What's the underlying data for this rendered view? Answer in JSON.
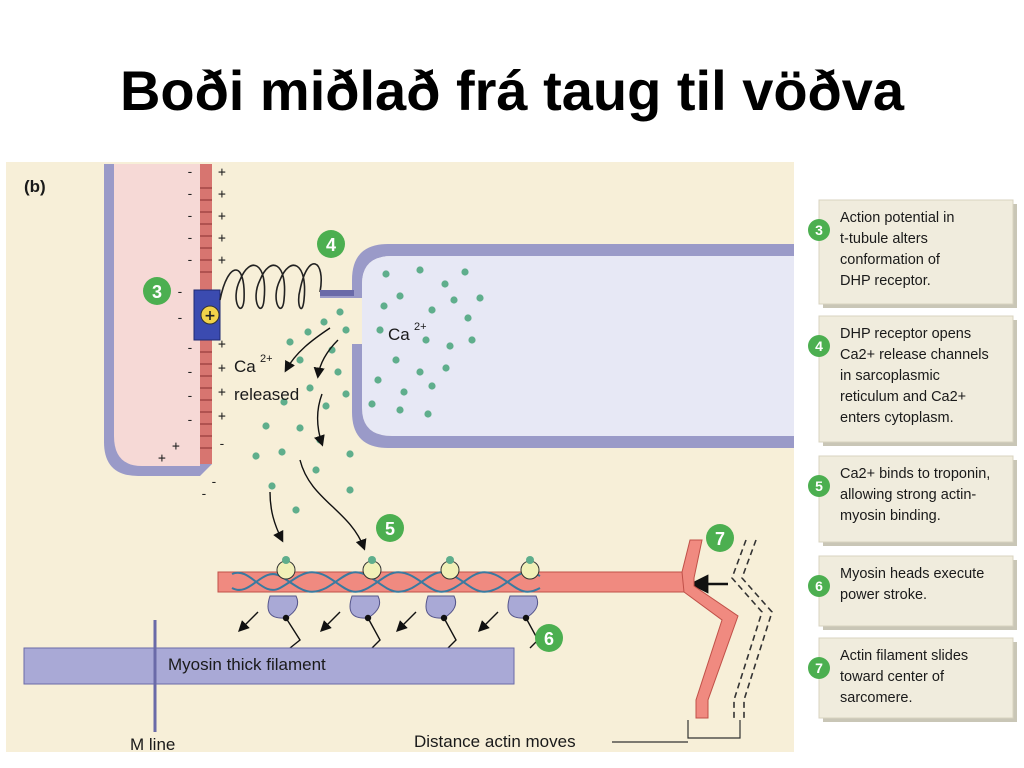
{
  "title": "Boði miðlað frá taug til vöðva",
  "panel_label": "(b)",
  "diagram": {
    "ca_label": "Ca",
    "ca_charge": "2+",
    "released_label": "released",
    "thick_filament_label": "Myosin thick filament",
    "m_line_label": "M line",
    "distance_label": "Distance actin moves",
    "membrane_signs": {
      "plus": "+",
      "minus": "-"
    },
    "badges": {
      "b3": "3",
      "b4": "4",
      "b5": "5",
      "b6": "6",
      "b7": "7"
    }
  },
  "steps": [
    {
      "num": "3",
      "lines": [
        "Action potential in",
        "t-tubule alters",
        "conformation of",
        "DHP receptor."
      ]
    },
    {
      "num": "4",
      "lines": [
        "DHP receptor opens",
        "Ca2+ release channels",
        "in sarcoplasmic",
        "reticulum and Ca2+",
        "enters cytoplasm."
      ]
    },
    {
      "num": "5",
      "lines": [
        "Ca2+ binds to troponin,",
        "allowing strong actin-",
        "myosin binding."
      ]
    },
    {
      "num": "6",
      "lines": [
        "Myosin heads execute",
        "power stroke."
      ]
    },
    {
      "num": "7",
      "lines": [
        "Actin filament slides",
        "toward center of",
        "sarcomere."
      ]
    }
  ],
  "colors": {
    "panel_bg": "#f7efd8",
    "t_tubule_fill": "#f6d9d6",
    "membrane_outline": "#9a9ac8",
    "sr_fill": "#e7e8f5",
    "badge_green": "#4caf50",
    "actin": "#f08a80",
    "myosin": "#a9a9d6",
    "calcium": "#5fae8c",
    "step_box": "#f0ecdd"
  }
}
